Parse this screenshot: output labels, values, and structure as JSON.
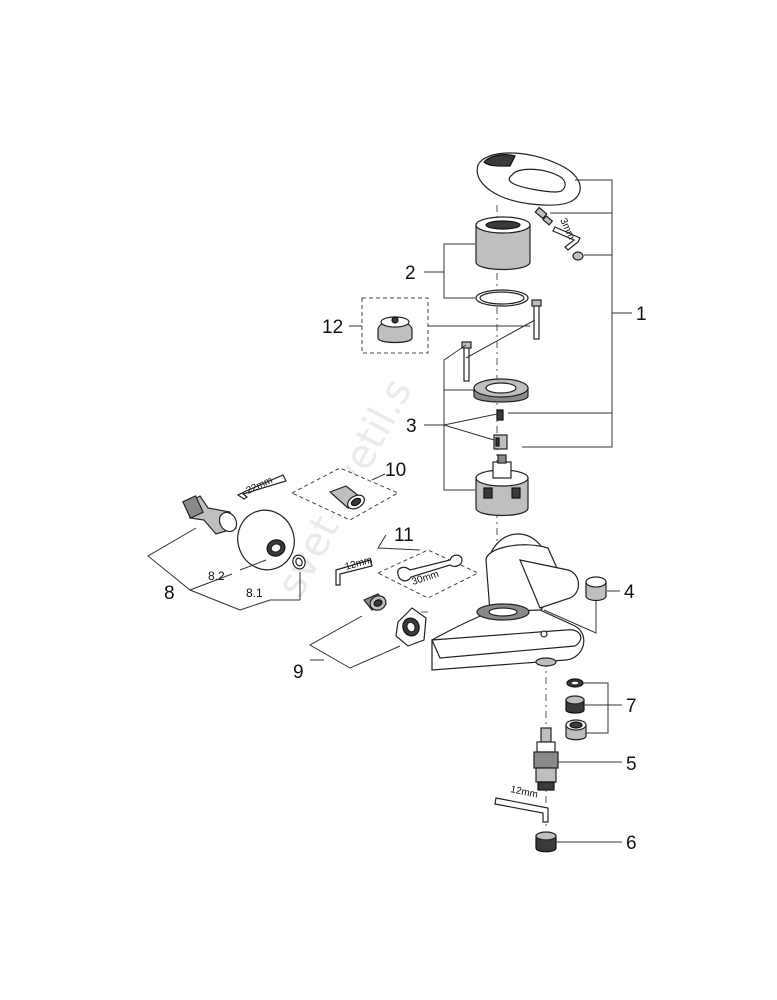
{
  "callouts": {
    "c1": "1",
    "c2": "2",
    "c3": "3",
    "c4": "4",
    "c5": "5",
    "c6": "6",
    "c7": "7",
    "c8": "8",
    "c9": "9",
    "c10": "10",
    "c11": "11",
    "c12": "12",
    "c8_1": "8.1",
    "c8_2": "8.2"
  },
  "tools": {
    "hex_3mm": "3mm",
    "hex_22mm": "22mm",
    "hex_12mm_top": "12mm",
    "wrench_30mm": "30mm",
    "hex_12mm_bottom": "12mm"
  },
  "watermark": "svet-svetil.s"
}
